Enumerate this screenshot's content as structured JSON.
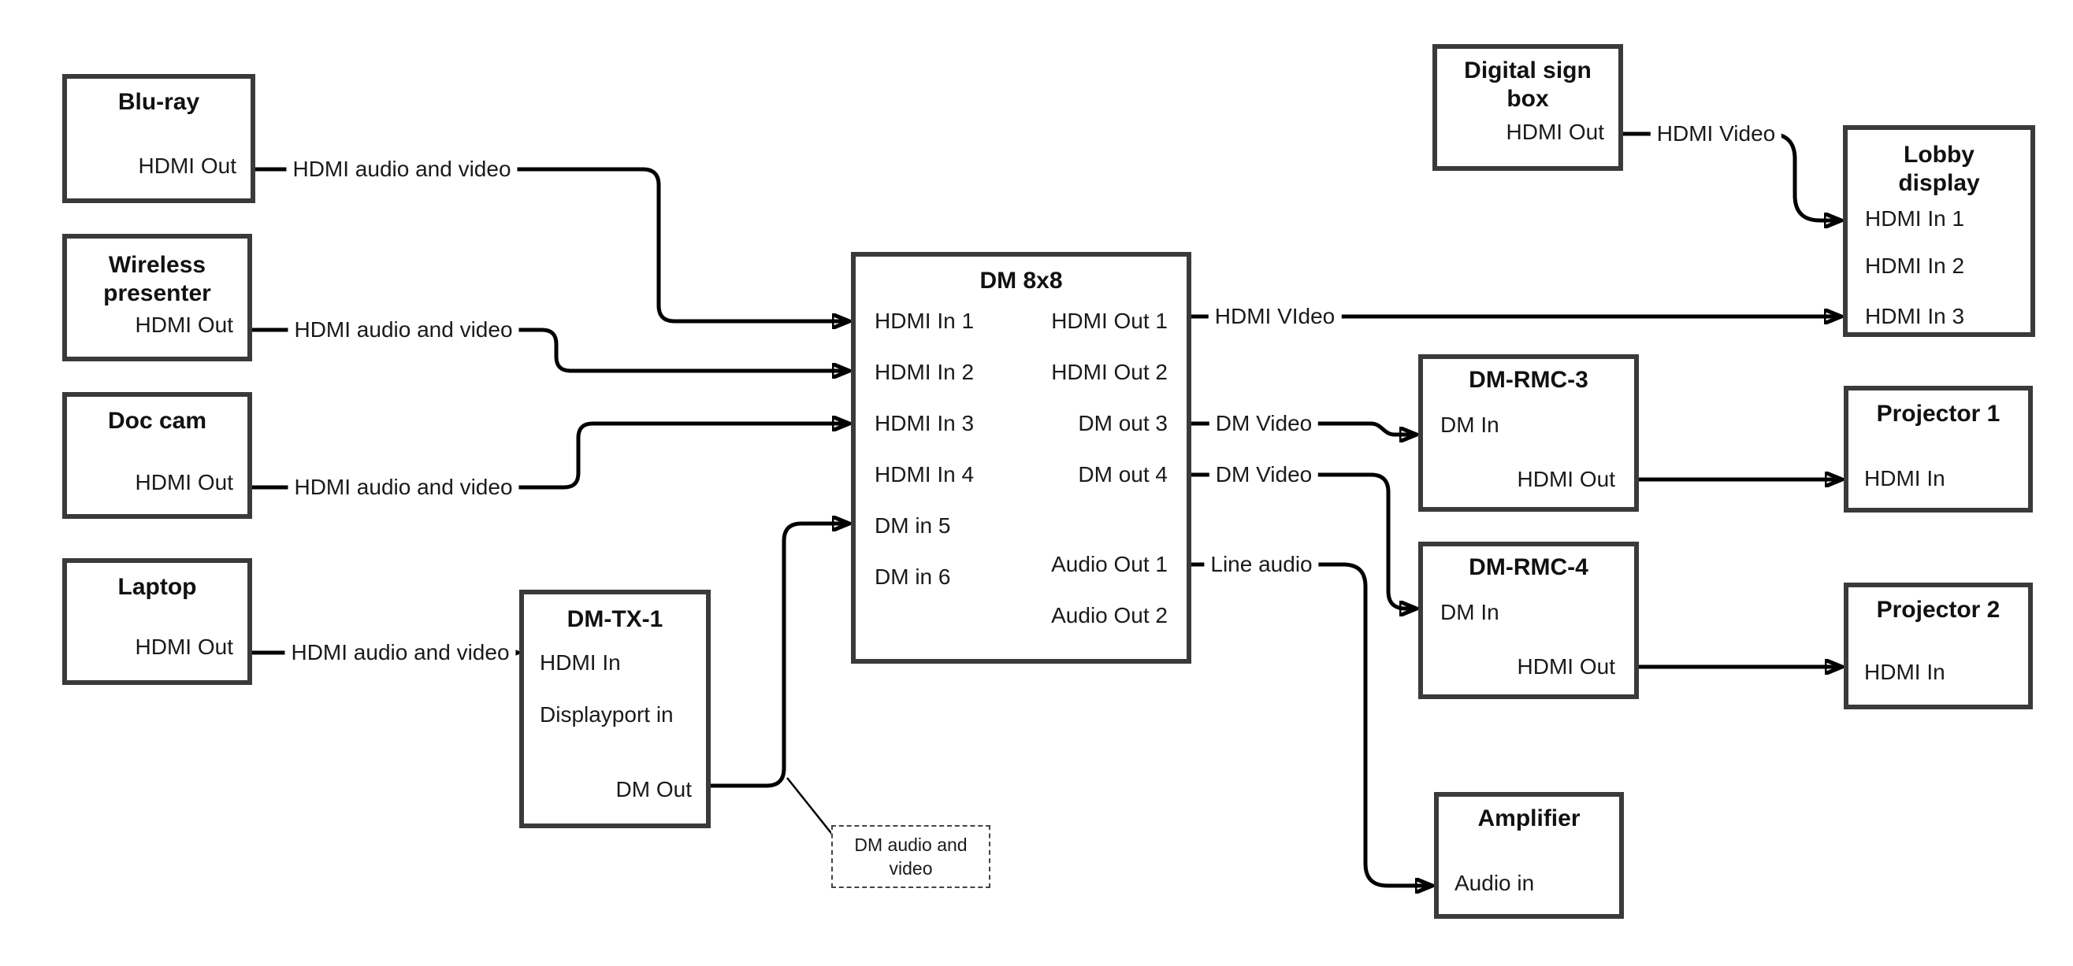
{
  "diagram": {
    "nodes": {
      "blu_ray": {
        "title": "Blu-ray",
        "ports": {
          "hdmi_out": "HDMI Out"
        }
      },
      "wireless_presenter": {
        "title": "Wireless presenter",
        "ports": {
          "hdmi_out": "HDMI Out"
        }
      },
      "doc_cam": {
        "title": "Doc cam",
        "ports": {
          "hdmi_out": "HDMI Out"
        }
      },
      "laptop": {
        "title": "Laptop",
        "ports": {
          "hdmi_out": "HDMI Out"
        }
      },
      "dm_tx_1": {
        "title": "DM-TX-1",
        "ports": {
          "hdmi_in": "HDMI In",
          "displayport_in": "Displayport in",
          "dm_out": "DM Out"
        }
      },
      "dm_8x8": {
        "title": "DM 8x8",
        "left_ports": [
          "HDMI In 1",
          "HDMI In 2",
          "HDMI In 3",
          "HDMI In 4",
          "DM in 5",
          "DM in 6"
        ],
        "right_ports": [
          "HDMI Out 1",
          "HDMI Out 2",
          "DM out 3",
          "DM out 4",
          "Audio Out 1",
          "Audio Out 2"
        ]
      },
      "digital_sign_box": {
        "title": "Digital sign box",
        "ports": {
          "hdmi_out": "HDMI Out"
        }
      },
      "lobby_display": {
        "title": "Lobby display",
        "ports": [
          "HDMI In 1",
          "HDMI In 2",
          "HDMI In 3"
        ]
      },
      "dm_rmc_3": {
        "title": "DM-RMC-3",
        "ports": {
          "dm_in": "DM In",
          "hdmi_out": "HDMI Out"
        }
      },
      "dm_rmc_4": {
        "title": "DM-RMC-4",
        "ports": {
          "dm_in": "DM In",
          "hdmi_out": "HDMI Out"
        }
      },
      "projector_1": {
        "title": "Projector 1",
        "ports": {
          "hdmi_in": "HDMI In"
        }
      },
      "projector_2": {
        "title": "Projector 2",
        "ports": {
          "hdmi_in": "HDMI In"
        }
      },
      "amplifier": {
        "title": "Amplifier",
        "ports": {
          "audio_in": "Audio in"
        }
      }
    },
    "edge_labels": {
      "bluray_dm8x8": "HDMI audio and video",
      "wireless_dm8x8": "HDMI audio and video",
      "doccam_dm8x8": "HDMI audio and video",
      "laptop_dmtx1": "HDMI audio and video",
      "hdmiout1_lobby": "HDMI VIdeo",
      "dmout3_rmc3": "DM Video",
      "dmout4_rmc4": "DM Video",
      "audioout1_amp": "Line audio",
      "digitalsign_lobby": "HDMI Video"
    },
    "annotation": {
      "text": "DM audio and video"
    },
    "colors": {
      "background": "#ffffff",
      "line": "#000000",
      "box_border": "#3a3a3a",
      "text": "#1a1a1a"
    }
  }
}
